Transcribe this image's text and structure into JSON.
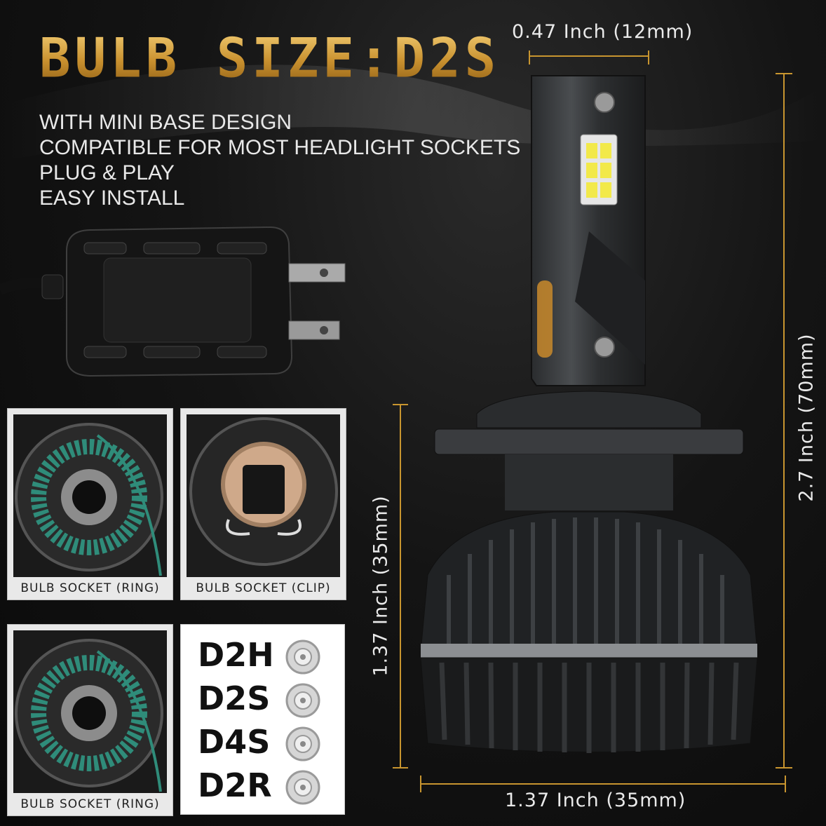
{
  "title": "BULB SIZE:D2S",
  "features": [
    "WITH MINI BASE DESIGN",
    "COMPATIBLE FOR MOST HEADLIGHT SOCKETS",
    "PLUG & PLAY",
    "EASY INSTALL"
  ],
  "dimensions": {
    "top_width": "0.47 Inch (12mm)",
    "total_height": "2.7 Inch (70mm)",
    "base_height": "1.37 Inch (35mm)",
    "base_width": "1.37 Inch (35mm)"
  },
  "sockets": [
    {
      "caption": "BULB SOCKET (RING)"
    },
    {
      "caption": "BULB SOCKET (CLIP)"
    },
    {
      "caption": "BULB SOCKET (RING)"
    }
  ],
  "compatible_types": [
    "D2H",
    "D2S",
    "D4S",
    "D2R"
  ],
  "colors": {
    "gold": "#d9a441",
    "ring_green": "#2f8c7a",
    "background": "#0d0d0d"
  }
}
